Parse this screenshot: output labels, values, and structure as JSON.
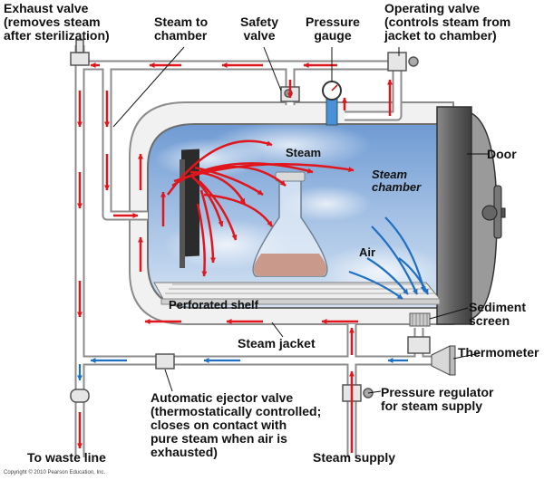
{
  "labels": {
    "exhaust_valve": "Exhaust valve\n(removes steam\nafter sterilization)",
    "steam_to_chamber": "Steam to\nchamber",
    "safety_valve": "Safety\nvalve",
    "pressure_gauge": "Pressure\ngauge",
    "operating_valve": "Operating valve\n(controls steam from\njacket to chamber)",
    "steam": "Steam",
    "steam_chamber": "Steam\nchamber",
    "door": "Door",
    "air": "Air",
    "perforated_shelf": "Perforated shelf",
    "sediment_screen": "Sediment\nscreen",
    "steam_jacket": "Steam jacket",
    "thermometer": "Thermometer",
    "automatic_ejector_valve": "Automatic ejector valve\n(thermostatically controlled;\ncloses on contact with\npure steam when air is\nexhausted)",
    "pressure_regulator": "Pressure regulator\nfor steam supply",
    "to_waste_line": "To waste line",
    "steam_supply": "Steam supply"
  },
  "copyright": "Copyright © 2010 Pearson Education, Inc.",
  "colors": {
    "steam_arrow": "#e0161c",
    "air_arrow": "#1f6fc2",
    "chamber": "#7ea6d6",
    "pipe": "#dcdcdc",
    "door": "#6e6e6e",
    "liquid": "#c99a8c"
  },
  "icons": [
    "pressure-gauge-icon",
    "valve-icon",
    "thermometer-icon",
    "flask-icon"
  ]
}
